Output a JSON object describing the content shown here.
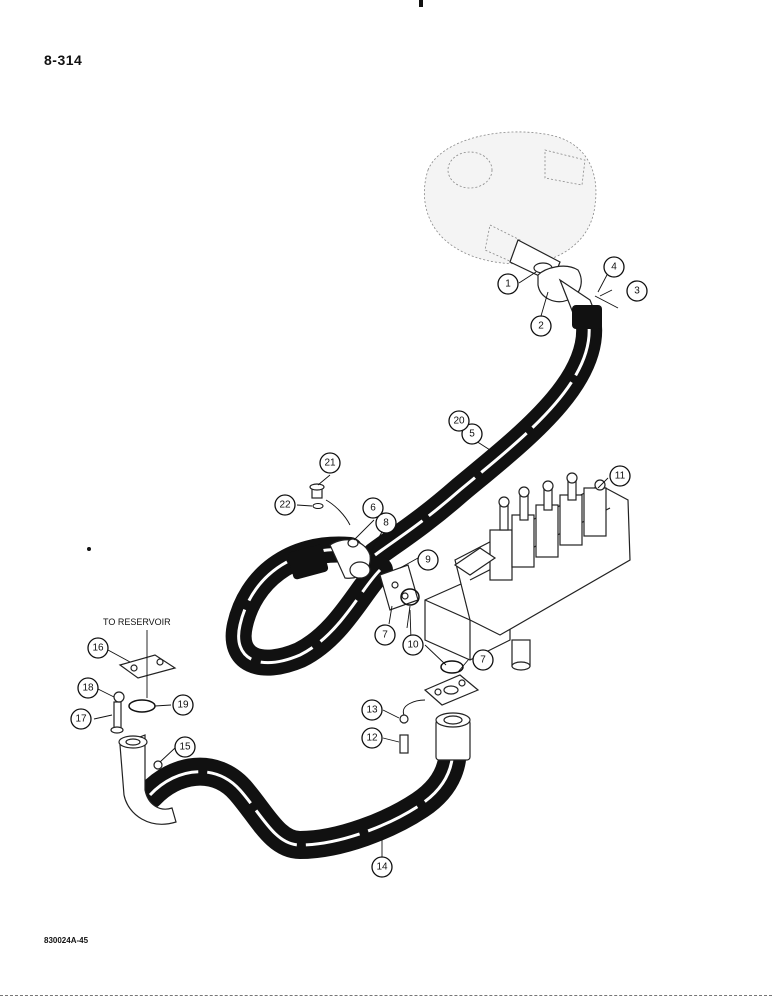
{
  "page_number": "8-314",
  "figure_code": "830024A-45",
  "reservoir_label": "TO RESERVOIR",
  "callouts": [
    "1",
    "2",
    "3",
    "4",
    "5",
    "6",
    "7",
    "7",
    "8",
    "9",
    "10",
    "11",
    "12",
    "13",
    "14",
    "15",
    "16",
    "17",
    "18",
    "19",
    "20",
    "21",
    "22"
  ]
}
